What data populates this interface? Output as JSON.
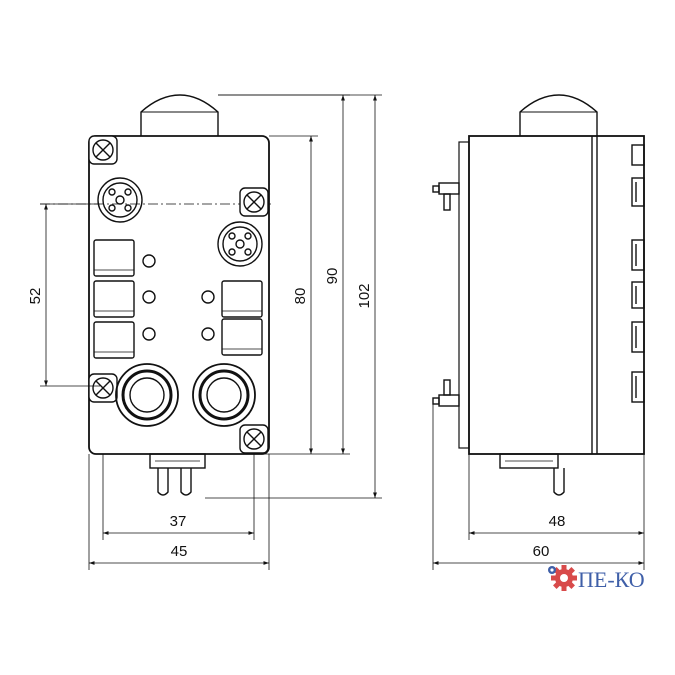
{
  "dimensions": {
    "front_height_inner": "52",
    "front_height_body": "80",
    "front_height_with_cap": "90",
    "front_height_total": "102",
    "front_width_inner": "37",
    "front_width_total": "45",
    "side_width_inner": "48",
    "side_width_total": "60"
  },
  "logo": {
    "text": "ПЕ-КО",
    "gear_color": "#d84a4a",
    "accent_color": "#3f5fa8"
  },
  "colors": {
    "line": "#111111",
    "housing_fill": "#ffffff"
  }
}
